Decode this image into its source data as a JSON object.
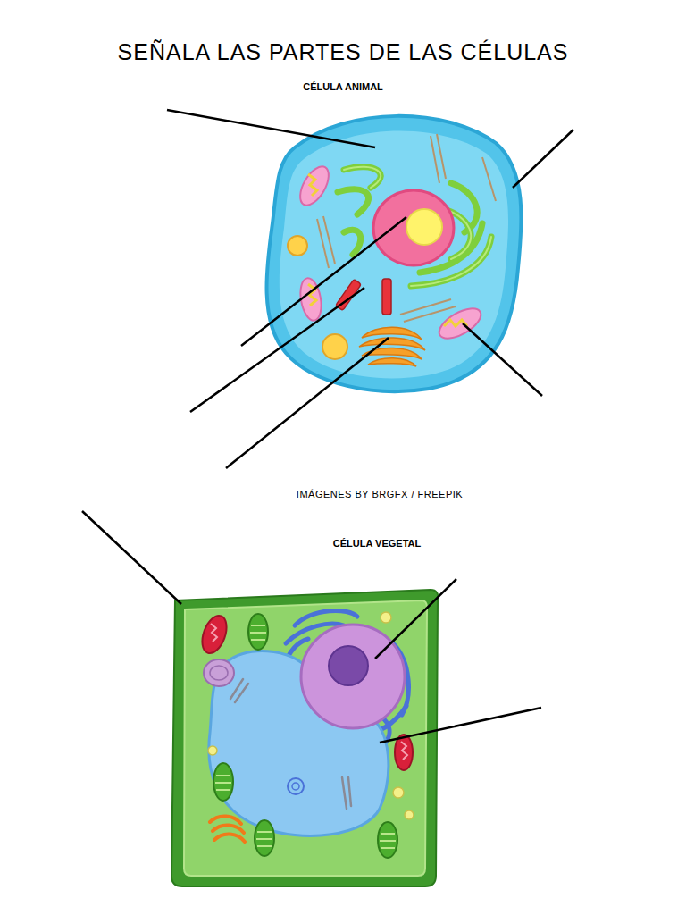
{
  "diagram": {
    "title": "SEÑALA LAS PARTES DE LAS CÉLULAS",
    "labels": [
      "CÉLULA ANIMAL",
      "IMÁGENES BY BRGFX / FREEPIK",
      "CÉLULA VEGETAL"
    ]
  }
}
